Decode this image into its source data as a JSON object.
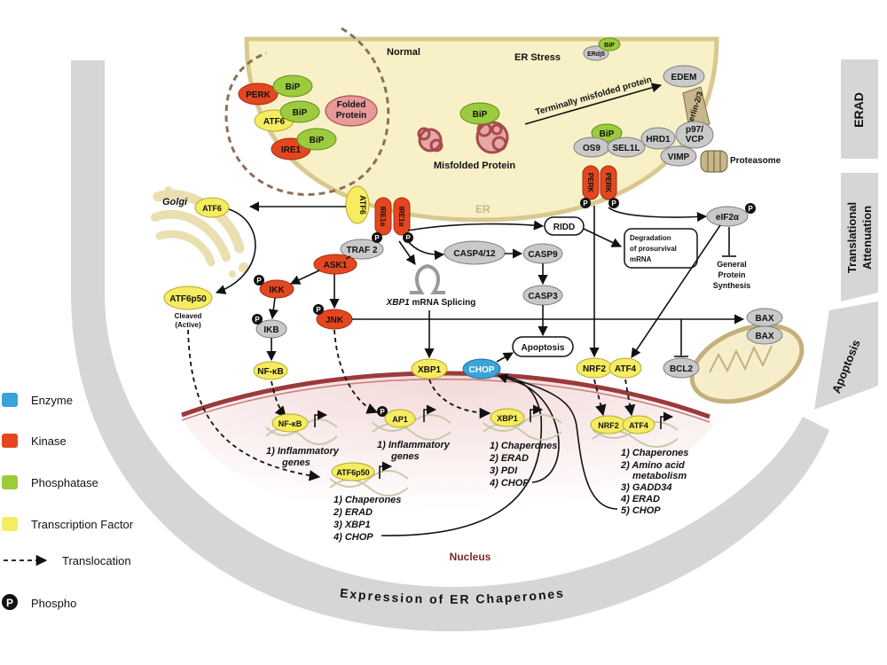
{
  "regions": {
    "normal": "Normal",
    "er_stress": "ER Stress",
    "er": "ER",
    "golgi": "Golgi",
    "nucleus": "Nucleus",
    "chaperones_arc": "Expression of ER Chaperones"
  },
  "side_tabs": {
    "erad": "ERAD",
    "translational_1": "Translational",
    "translational_2": "Attenuation",
    "apoptosis": "Apoptosis"
  },
  "nodes": {
    "perk_normal": "PERK",
    "bip_1": "BiP",
    "atf6_normal": "ATF6",
    "bip_2": "BiP",
    "ire1_normal": "IRE1",
    "bip_3": "BiP",
    "folded_protein_1": "Folded",
    "folded_protein_2": "Protein",
    "bip_misfolded": "BiP",
    "misfolded_protein": "Misfolded Protein",
    "terminally_misfolded": "Terminally misfolded protein",
    "bip_erdj5": "BiP",
    "erdj5": "ERdj5",
    "edem": "EDEM",
    "derlin": "Derlin-2/3",
    "bip_os9": "BiP",
    "os9": "OS9",
    "sel1l": "SEL1L",
    "hrd1": "HRD1",
    "p97_1": "p97/",
    "p97_2": "VCP",
    "vimp": "VIMP",
    "proteasome": "Proteasome",
    "atf6_membrane": "ATF6",
    "ire1a_left": "IRE1α",
    "ire1a_right": "IRE1α",
    "perk_left": "PERK",
    "perk_right": "PERK",
    "atf6_golgi": "ATF6",
    "atf6p50": "ATF6p50",
    "atf6p50_cleaved_1": "Cleaved",
    "atf6p50_cleaved_2": "(Active)",
    "traf2": "TRAF 2",
    "ask1": "ASK1",
    "ikk": "IKK",
    "ikb": "IKB",
    "nfkb": "NF-κB",
    "jnk": "JNK",
    "casp412": "CASP4/12",
    "casp9": "CASP9",
    "casp3": "CASP3",
    "apoptosis": "Apoptosis",
    "ridd": "RIDD",
    "degradation_1": "Degradation",
    "degradation_2": "of prosurvival",
    "degradation_3": "mRNA",
    "eif2a": "eIF2α",
    "general_1": "General",
    "general_2": "Protein",
    "general_3": "Synthesis",
    "xbp1_splicing_gene": "XBP1",
    "xbp1_splicing_rest": " mRNA Splicing",
    "xbp1": "XBP1",
    "chop": "CHOP",
    "nrf2": "NRF2",
    "atf4": "ATF4",
    "bax_1": "BAX",
    "bax_2": "BAX",
    "bcl2": "BCL2",
    "nfkb_nuc": "NF-κB",
    "ap1_nuc": "AP1",
    "xbp1_nuc": "XBP1",
    "atf6p50_nuc": "ATF6p50",
    "nrf2_nuc": "NRF2",
    "atf4_nuc": "ATF4"
  },
  "gene_lists": {
    "nfkb": [
      "1) Inflammatory",
      "genes"
    ],
    "ap1": [
      "1) Inflammatory",
      "genes"
    ],
    "xbp1": [
      "1) Chaperones",
      "2) ERAD",
      "3) PDI",
      "4) CHOP"
    ],
    "atf6": [
      "1) Chaperones",
      "2) ERAD",
      "3) XBP1",
      "4) CHOP"
    ],
    "nrf2_atf4": [
      "1) Chaperones",
      "2) Amino acid",
      "metabolism",
      "3) GADD34",
      "4) ERAD",
      "5) CHOP"
    ]
  },
  "legend": {
    "items": [
      {
        "label": "Enzyme",
        "color": "#3aa3d9"
      },
      {
        "label": "Kinase",
        "color": "#e4471f"
      },
      {
        "label": "Phosphatase",
        "color": "#9ccc3d"
      },
      {
        "label": "Transcription Factor",
        "color": "#f6ec61"
      }
    ],
    "translocation": "Translocation",
    "phospho_symbol": "P",
    "phospho": "Phospho"
  },
  "phospho_mark": "P",
  "colors": {
    "kinase": "#e4471f",
    "phosphatase": "#9ccc3d",
    "transcription_factor": "#f6ec61",
    "enzyme": "#3aa3d9",
    "other": "#c9c9c9",
    "er_fill": "#f8f1c7",
    "nucleus_membrane": "#9b3a3a",
    "band": "#d6d6d6"
  }
}
